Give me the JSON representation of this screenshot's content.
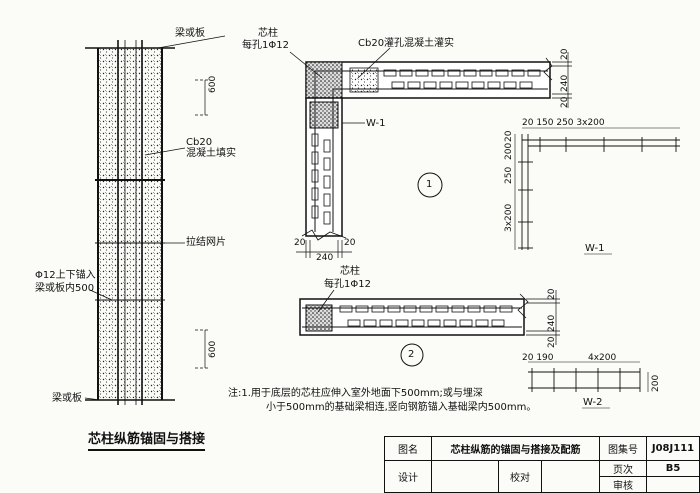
{
  "labels": {
    "ring_beam_top": "梁或板",
    "ring_beam_bottom": "梁或板",
    "dim_600_top": "600",
    "dim_600_bottom": "600",
    "cb20_line1": "Cb20",
    "cb20_line2": "混凝土填实",
    "mesh": "拉结网片",
    "anchor_line1": "Φ12上下锚入",
    "anchor_line2": "梁或板内500",
    "core_col_1a": "芯柱",
    "core_col_1b": "每孔1Φ12",
    "grout_label": "Cb20灌孔混凝土灌实",
    "w1_tag": "W-1",
    "circle1": "1",
    "circle2": "2",
    "core_col_2a": "芯柱",
    "core_col_2b": "每孔1Φ12",
    "dim_20a": "20",
    "dim_240a": "240",
    "dim_20b": "20",
    "dim_20c": "20",
    "dim_240b": "240",
    "dim_20d": "20",
    "dim_20e": "20",
    "dim_240c": "240",
    "dim_20f": "20",
    "w1_top_dims": "20 150 250   3x200",
    "w1_side_250": "250",
    "w1_side_200a": "200",
    "w1_side_20": "20",
    "w1_side_3x200": "3x200",
    "w1_name": "W-1",
    "w2_top_dims": "20 190",
    "w2_4x200": "4x200",
    "w2_200": "200",
    "w2_name": "W-2"
  },
  "drawing_title": "芯柱纵筋锚固与搭接",
  "note": {
    "line1": "注:1.用于底层的芯柱应伸入室外地面下500mm;或与埋深",
    "line2": "小于500mm的基础梁相连,竖向钢筋锚入基础梁内500mm。"
  },
  "title_block": {
    "label_figure_name": "图名",
    "figure_name": "芯柱纵筋的锚固与搭接及配筋",
    "label_atlas_no": "图集号",
    "atlas_no": "J08J111",
    "label_page": "页次",
    "page": "B5",
    "label_design": "设计",
    "label_check": "校对",
    "label_review": "审核"
  }
}
